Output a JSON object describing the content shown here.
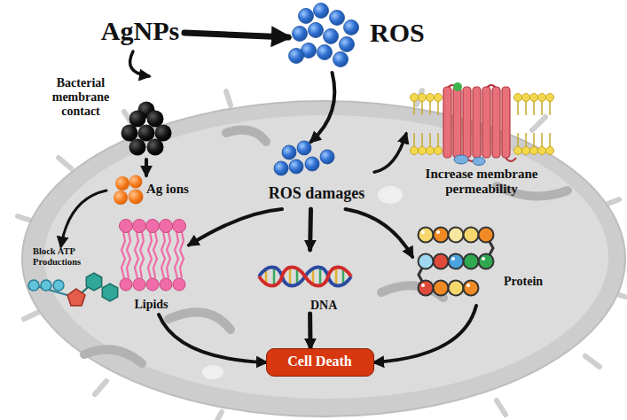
{
  "diagram": {
    "nodes": [
      {
        "text": [
          "AgNPs"
        ]
      },
      {
        "text": [
          "ROS"
        ]
      },
      {
        "text": [
          "Bacterial membrane contact"
        ]
      },
      {
        "text": [
          "Ag ions"
        ]
      },
      {
        "text": [
          "Block ATP Productions"
        ]
      },
      {
        "text": [
          "ROS damages"
        ]
      },
      {
        "text": [
          "Increase membrane permeability"
        ]
      },
      {
        "text": [
          "Lipids"
        ]
      },
      {
        "text": [
          "DNA"
        ]
      },
      {
        "text": [
          "Protein"
        ]
      },
      {
        "text": [
          "Cell Death"
        ]
      }
    ],
    "edges": [
      {
        "from": 0,
        "to": 1,
        "arrow": "to"
      },
      {
        "from": 0,
        "to": 2,
        "arrow": "to"
      },
      {
        "from": 2,
        "to": 3,
        "arrow": "to"
      },
      {
        "from": 3,
        "to": 4,
        "arrow": "to"
      },
      {
        "from": 1,
        "to": 5,
        "arrow": "to"
      },
      {
        "from": 5,
        "to": 6,
        "arrow": "to"
      },
      {
        "from": 5,
        "to": 7,
        "arrow": "to"
      },
      {
        "from": 5,
        "to": 8,
        "arrow": "to"
      },
      {
        "from": 5,
        "to": 9,
        "arrow": "to"
      },
      {
        "from": 7,
        "to": 10,
        "arrow": "to"
      },
      {
        "from": 8,
        "to": 10,
        "arrow": "to"
      },
      {
        "from": 9,
        "to": 10,
        "arrow": "to"
      }
    ]
  }
}
